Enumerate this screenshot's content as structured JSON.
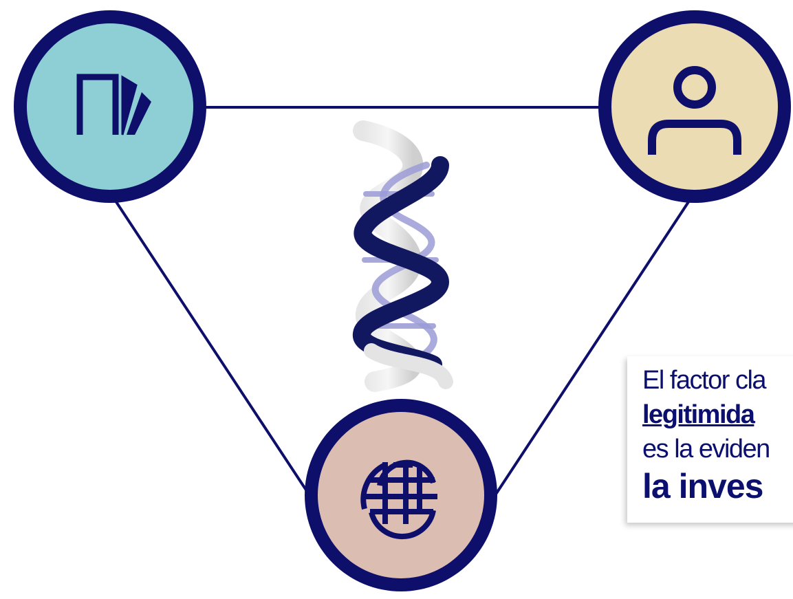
{
  "colors": {
    "navy": "#0d0f6b",
    "teal_fill": "#8ecfd6",
    "cream_fill": "#ecdcb4",
    "rose_fill": "#dcbdb2",
    "helix_dark": "#12185f",
    "helix_light": "#d8d8d8",
    "rung_blue": "#8fdde8",
    "rung_purple": "#9a9ad4"
  },
  "nodes": [
    {
      "name": "documents",
      "icon": "documents-icon"
    },
    {
      "name": "person",
      "icon": "person-icon"
    },
    {
      "name": "world",
      "icon": "globe-icon"
    }
  ],
  "center_icon": "dna-helix-icon",
  "callout": {
    "line1": "El factor cla",
    "line2": "legitimida",
    "line3": "es la eviden",
    "line4": "la inves"
  }
}
